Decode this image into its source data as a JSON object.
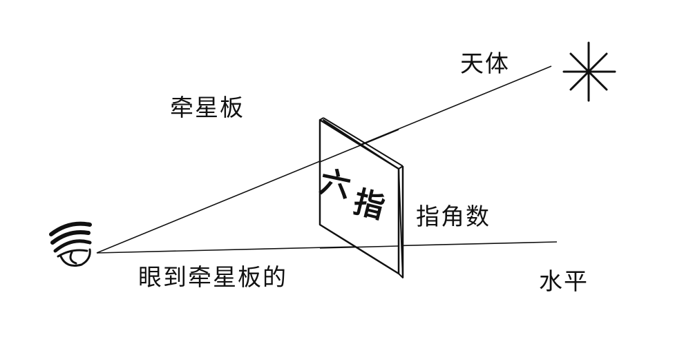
{
  "labels": {
    "celestial_body": "天体",
    "star_board": "牵星板",
    "pointing_angle": "指角数",
    "eye_to_board": "眼到牵星板的",
    "horizon": "水平"
  },
  "board_text": {
    "char1": "六",
    "char2": "指"
  },
  "icons": {
    "star": "star-icon",
    "eye": "eye-icon"
  },
  "colors": {
    "ink": "#111111",
    "background": "#ffffff"
  }
}
